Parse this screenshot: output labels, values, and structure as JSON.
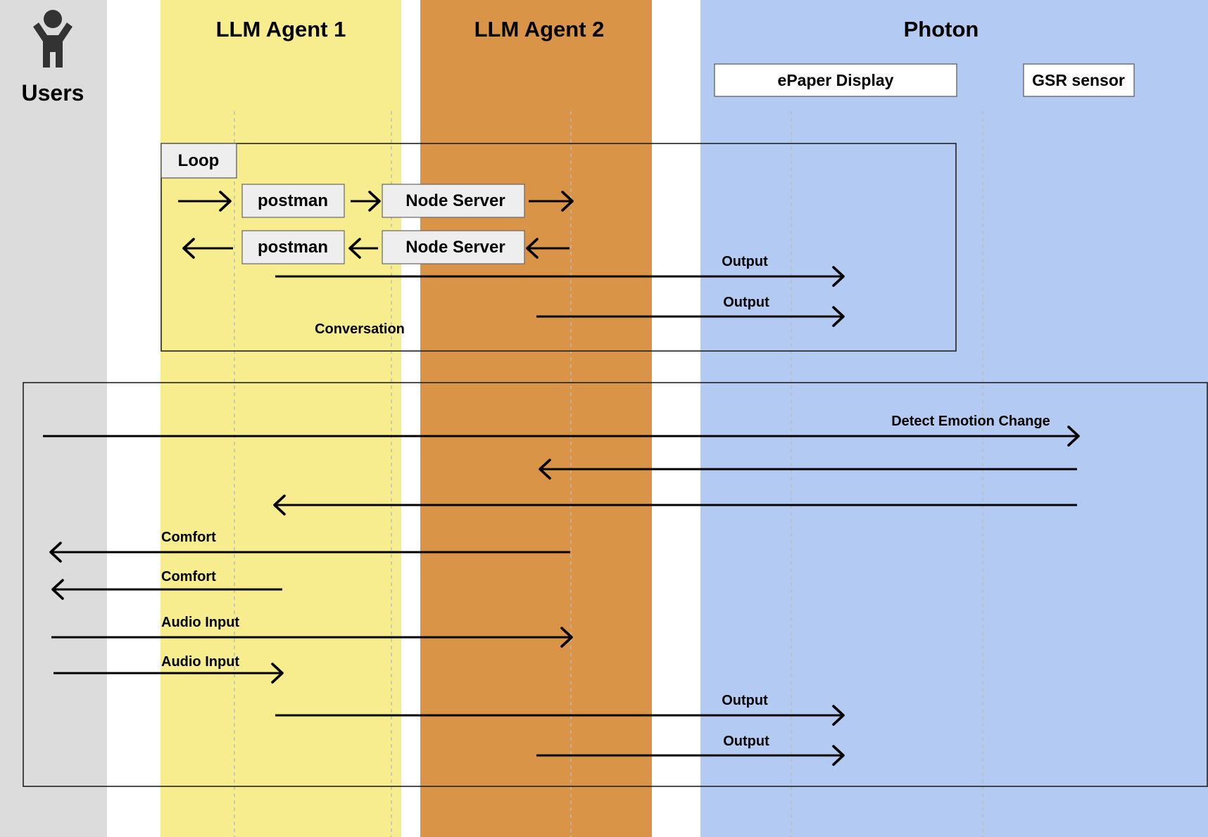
{
  "colors": {
    "users_lane": "#dcdcdc",
    "agent1_lane": "#f7ec8e",
    "agent2_lane": "#da9448",
    "photon_lane": "#b3cbf3",
    "box_fill": "#eeeeee",
    "white_box": "#ffffff"
  },
  "lanes": {
    "users": "Users",
    "agent1": "LLM Agent 1",
    "agent2": "LLM Agent 2",
    "photon": "Photon"
  },
  "icons": {
    "users": "person-arms-raised-icon"
  },
  "devices": {
    "epaper": "ePaper Display",
    "gsr": "GSR sensor"
  },
  "loop_frame": {
    "label": "Loop",
    "row1": {
      "postman": "postman",
      "node_server": "Node Server"
    },
    "row2": {
      "postman": "postman",
      "node_server": "Node Server"
    },
    "output_1": "Output",
    "output_2": "Output",
    "note": "Conversation"
  },
  "emotion_frame": {
    "detect": "Detect Emotion Change",
    "comfort_1": "Comfort",
    "comfort_2": "Comfort",
    "audio_1": "Audio Input",
    "audio_2": "Audio Input",
    "output_1": "Output",
    "output_2": "Output"
  }
}
